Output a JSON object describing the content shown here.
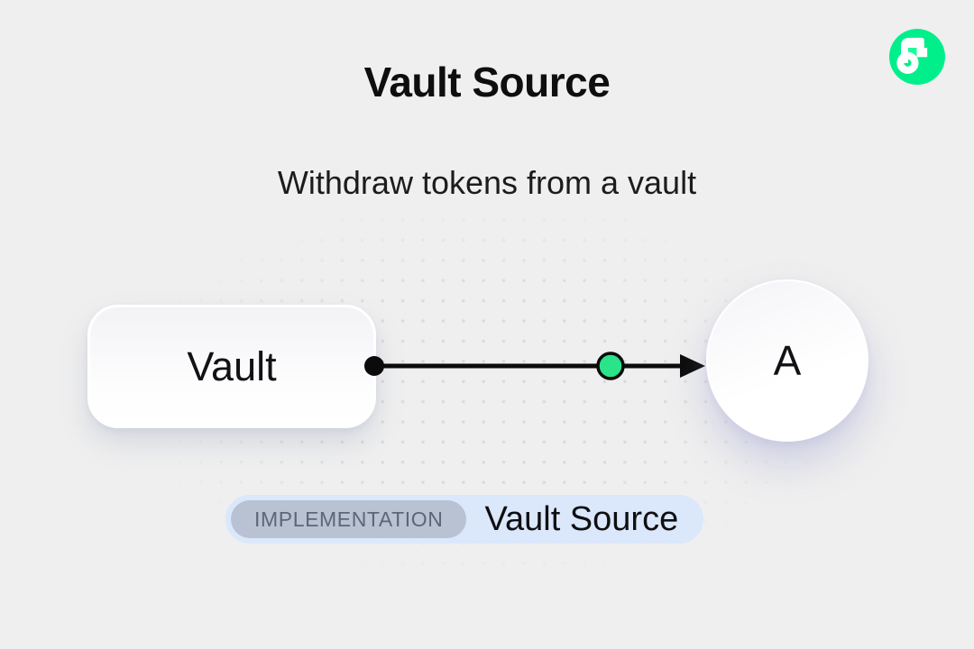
{
  "page": {
    "title": "Vault Source",
    "subtitle": "Withdraw tokens from a vault"
  },
  "brand": {
    "logo": "flow-logo"
  },
  "diagram": {
    "nodes": [
      {
        "id": "vault",
        "label": "Vault",
        "shape": "rounded-rect"
      },
      {
        "id": "a",
        "label": "A",
        "shape": "circle"
      }
    ],
    "edge": {
      "from": "Vault",
      "to": "A",
      "style": "arrow",
      "marker": "green-token-dot"
    }
  },
  "badge": {
    "tag": "IMPLEMENTATION",
    "label": "Vault Source"
  },
  "colors": {
    "background": "#EFEFEF",
    "text": "#121212",
    "flow-green": "#00EF8B",
    "notch-green": "#16FF99",
    "edge-dot-green": "#2BE389",
    "badge-bg": "#DBE7FB",
    "tag-bg": "#B8C2D2",
    "tag-text": "#5E6674",
    "dot": "#DBDBDB"
  }
}
